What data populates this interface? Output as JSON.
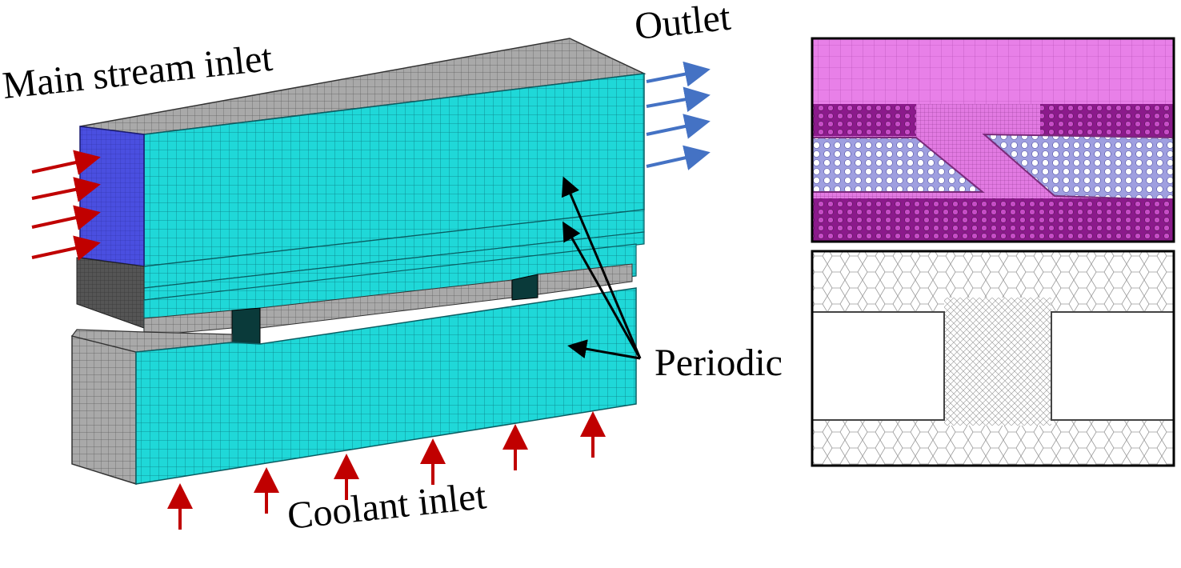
{
  "labels": {
    "main_stream_inlet": "Main stream inlet",
    "outlet": "Outlet",
    "periodic": "Periodic",
    "coolant_inlet": "Coolant inlet"
  },
  "colors": {
    "mesh_cyan": "#1fd8d8",
    "mesh_line": "#0a6e73",
    "inlet_face_blue": "#4a4fe0",
    "wall_gray": "#9a9a9a",
    "arrow_red": "#c00000",
    "arrow_blue": "#4472c4",
    "fine_mesh_magenta": "#e880e8",
    "fine_mesh_purple": "#8b1a8b",
    "fine_mesh_lavender": "#9f9fe0"
  }
}
